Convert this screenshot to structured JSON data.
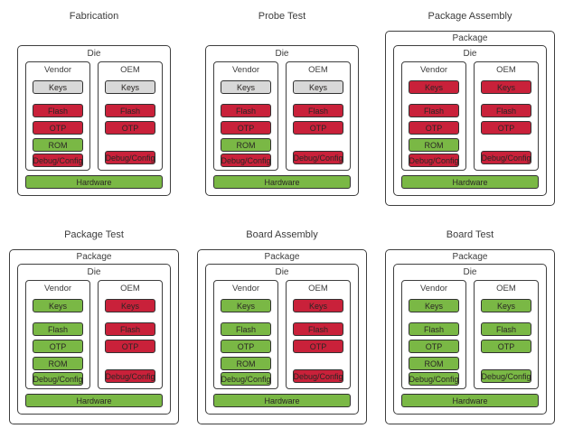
{
  "colors": {
    "red": "#c9213a",
    "green": "#7ab845",
    "gray": "#d8d8d8",
    "box_border": "#3f3f3f",
    "chip_border": "#323232",
    "chip_text": "#2a2624"
  },
  "panels": [
    {
      "title": "Fabrication",
      "has_package": false,
      "die_label": "Die",
      "vendor": {
        "label": "Vendor",
        "keys": {
          "label": "Keys",
          "color": "gray"
        },
        "flash": {
          "label": "Flash",
          "color": "red"
        },
        "otp": {
          "label": "OTP",
          "color": "red"
        },
        "rom": {
          "label": "ROM",
          "color": "green"
        },
        "debug": {
          "label": "Debug/Config",
          "color": "red"
        }
      },
      "oem": {
        "label": "OEM",
        "keys": {
          "label": "Keys",
          "color": "gray"
        },
        "flash": {
          "label": "Flash",
          "color": "red"
        },
        "otp": {
          "label": "OTP",
          "color": "red"
        },
        "debug": {
          "label": "Debug/Config",
          "color": "red"
        }
      },
      "hardware": {
        "label": "Hardware",
        "color": "green"
      }
    },
    {
      "title": "Probe Test",
      "has_package": false,
      "die_label": "Die",
      "vendor": {
        "label": "Vendor",
        "keys": {
          "label": "Keys",
          "color": "gray"
        },
        "flash": {
          "label": "Flash",
          "color": "red"
        },
        "otp": {
          "label": "OTP",
          "color": "red"
        },
        "rom": {
          "label": "ROM",
          "color": "green"
        },
        "debug": {
          "label": "Debug/Config",
          "color": "red"
        }
      },
      "oem": {
        "label": "OEM",
        "keys": {
          "label": "Keys",
          "color": "gray"
        },
        "flash": {
          "label": "Flash",
          "color": "red"
        },
        "otp": {
          "label": "OTP",
          "color": "red"
        },
        "debug": {
          "label": "Debug/Config",
          "color": "red"
        }
      },
      "hardware": {
        "label": "Hardware",
        "color": "green"
      }
    },
    {
      "title": "Package Assembly",
      "has_package": true,
      "package_label": "Package",
      "die_label": "Die",
      "vendor": {
        "label": "Vendor",
        "keys": {
          "label": "Keys",
          "color": "red"
        },
        "flash": {
          "label": "Flash",
          "color": "red"
        },
        "otp": {
          "label": "OTP",
          "color": "red"
        },
        "rom": {
          "label": "ROM",
          "color": "green"
        },
        "debug": {
          "label": "Debug/Config",
          "color": "red"
        }
      },
      "oem": {
        "label": "OEM",
        "keys": {
          "label": "Keys",
          "color": "red"
        },
        "flash": {
          "label": "Flash",
          "color": "red"
        },
        "otp": {
          "label": "OTP",
          "color": "red"
        },
        "debug": {
          "label": "Debug/Config",
          "color": "red"
        }
      },
      "hardware": {
        "label": "Hardware",
        "color": "green"
      }
    },
    {
      "title": "Package Test",
      "has_package": true,
      "package_label": "Package",
      "die_label": "Die",
      "vendor": {
        "label": "Vendor",
        "keys": {
          "label": "Keys",
          "color": "green"
        },
        "flash": {
          "label": "Flash",
          "color": "green"
        },
        "otp": {
          "label": "OTP",
          "color": "green"
        },
        "rom": {
          "label": "ROM",
          "color": "green"
        },
        "debug": {
          "label": "Debug/Config",
          "color": "green"
        }
      },
      "oem": {
        "label": "OEM",
        "keys": {
          "label": "Keys",
          "color": "red"
        },
        "flash": {
          "label": "Flash",
          "color": "red"
        },
        "otp": {
          "label": "OTP",
          "color": "red"
        },
        "debug": {
          "label": "Debug/Config",
          "color": "red"
        }
      },
      "hardware": {
        "label": "Hardware",
        "color": "green"
      }
    },
    {
      "title": "Board Assembly",
      "has_package": true,
      "package_label": "Package",
      "die_label": "Die",
      "vendor": {
        "label": "Vendor",
        "keys": {
          "label": "Keys",
          "color": "green"
        },
        "flash": {
          "label": "Flash",
          "color": "green"
        },
        "otp": {
          "label": "OTP",
          "color": "green"
        },
        "rom": {
          "label": "ROM",
          "color": "green"
        },
        "debug": {
          "label": "Debug/Config",
          "color": "green"
        }
      },
      "oem": {
        "label": "OEM",
        "keys": {
          "label": "Keys",
          "color": "red"
        },
        "flash": {
          "label": "Flash",
          "color": "red"
        },
        "otp": {
          "label": "OTP",
          "color": "red"
        },
        "debug": {
          "label": "Debug/Config",
          "color": "red"
        }
      },
      "hardware": {
        "label": "Hardware",
        "color": "green"
      }
    },
    {
      "title": "Board Test",
      "has_package": true,
      "package_label": "Package",
      "die_label": "Die",
      "vendor": {
        "label": "Vendor",
        "keys": {
          "label": "Keys",
          "color": "green"
        },
        "flash": {
          "label": "Flash",
          "color": "green"
        },
        "otp": {
          "label": "OTP",
          "color": "green"
        },
        "rom": {
          "label": "ROM",
          "color": "green"
        },
        "debug": {
          "label": "Debug/Config",
          "color": "green"
        }
      },
      "oem": {
        "label": "OEM",
        "keys": {
          "label": "Keys",
          "color": "green"
        },
        "flash": {
          "label": "Flash",
          "color": "green"
        },
        "otp": {
          "label": "OTP",
          "color": "green"
        },
        "debug": {
          "label": "Debug/Config",
          "color": "green"
        }
      },
      "hardware": {
        "label": "Hardware",
        "color": "green"
      }
    }
  ]
}
